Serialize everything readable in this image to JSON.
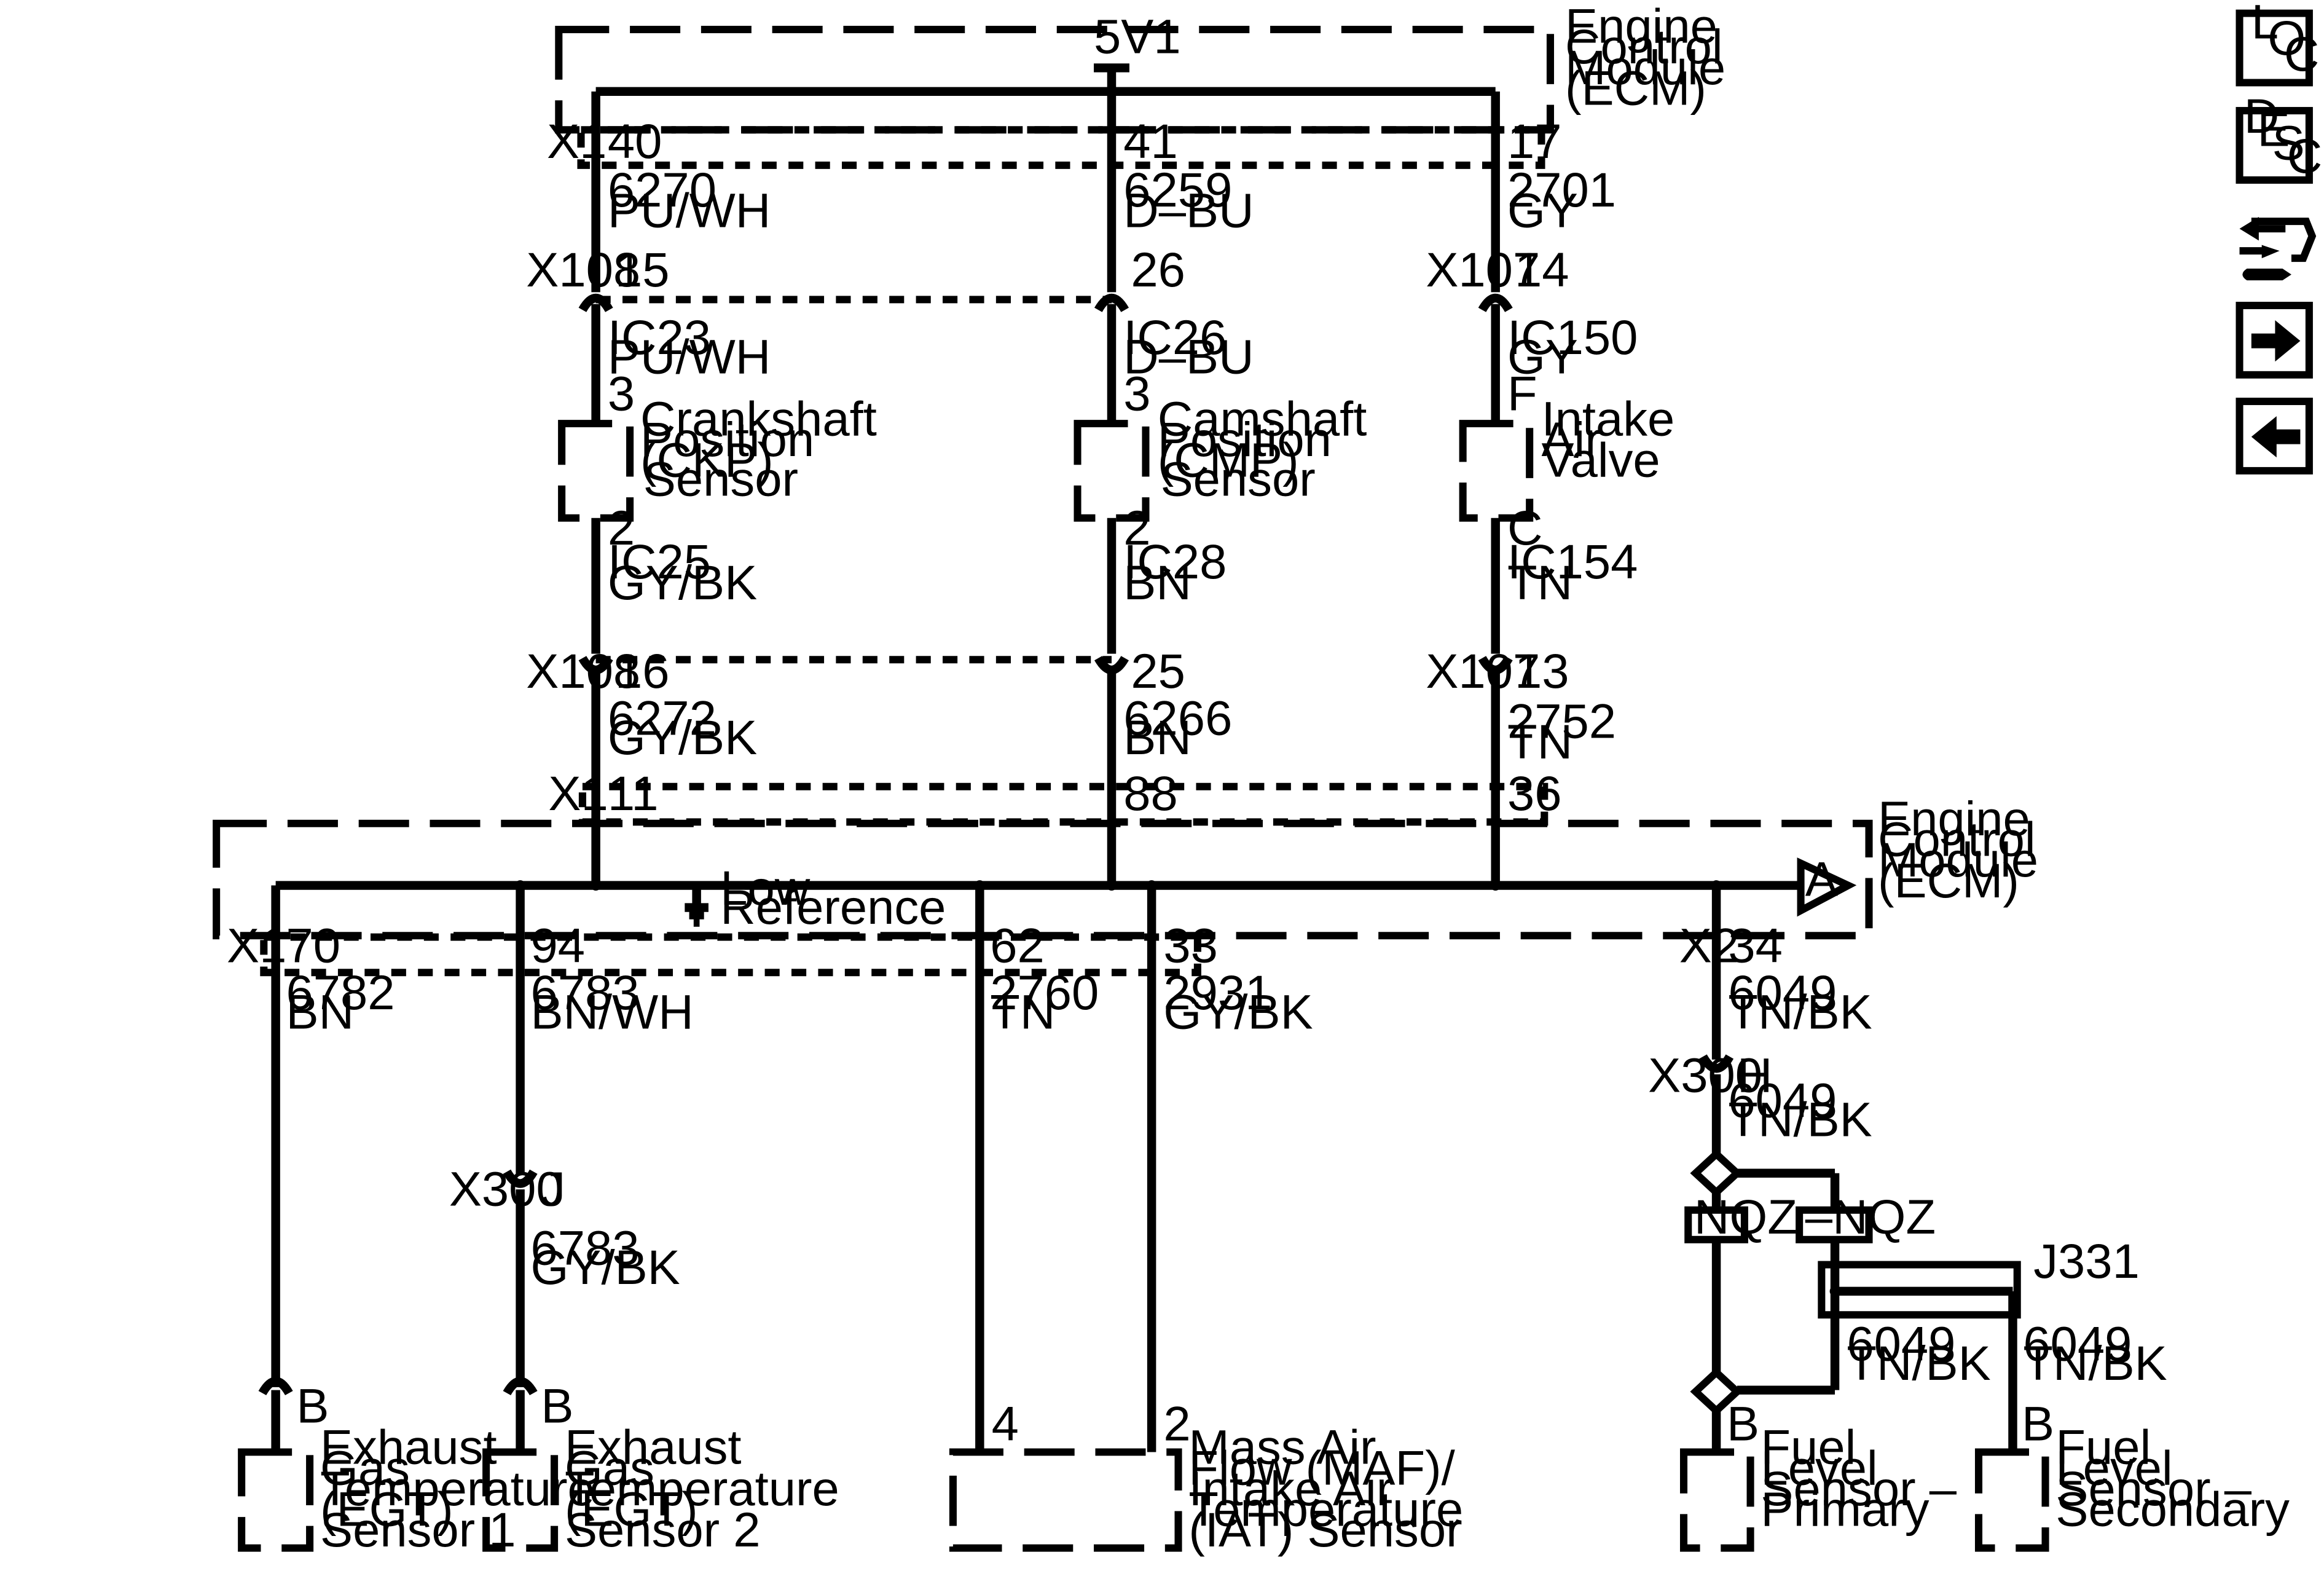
{
  "ecm": {
    "label_top": [
      "Engine",
      "Control",
      "Module",
      "(ECM)"
    ],
    "label_bottom": [
      "Engine",
      "Control",
      "Module",
      "(ECM)"
    ],
    "supply": "5V1",
    "low_reference": [
      "Low",
      "Reference"
    ],
    "offpage": "A"
  },
  "connectors": {
    "x1": "X1",
    "x2": "X2",
    "x108": "X108",
    "x107": "X107",
    "x300": "X300",
    "j331": "J331"
  },
  "circuits": {
    "ckp": {
      "ecm_pin": "40",
      "wire_a": [
        "6270",
        "PU/WH"
      ],
      "x108_pin_top": "15",
      "harness_a": [
        "IC23",
        "PU/WH"
      ],
      "sensor_pin_top": "3",
      "sensor": [
        "Crankshaft",
        "Position",
        "(CKP)",
        "Sensor"
      ],
      "sensor_pin_bottom": "2",
      "harness_b": [
        "IC25",
        "GY/BK"
      ],
      "x108_pin_bottom": "16",
      "wire_b": [
        "6272",
        "GY/BK"
      ],
      "ecm_pin_bottom": "11"
    },
    "cmp": {
      "ecm_pin": "41",
      "wire_a": [
        "6259",
        "D–BU"
      ],
      "x108_pin_top": "26",
      "harness_a": [
        "IC26",
        "D–BU"
      ],
      "sensor_pin_top": "3",
      "sensor": [
        "Camshaft",
        "Position",
        "(CMP)",
        "Sensor"
      ],
      "sensor_pin_bottom": "2",
      "harness_b": [
        "IC28",
        "BN"
      ],
      "x108_pin_bottom": "25",
      "wire_b": [
        "6266",
        "BN"
      ],
      "ecm_pin_bottom": "88"
    },
    "iav": {
      "ecm_pin": "17",
      "wire_a": [
        "2701",
        "GY"
      ],
      "x107_pin_top": "14",
      "harness_a": [
        "IC150",
        "GY"
      ],
      "sensor_pin_top": "F",
      "sensor": [
        "Intake",
        "Air",
        "Valve"
      ],
      "sensor_pin_bottom": "C",
      "harness_b": [
        "IC154",
        "TN"
      ],
      "x107_pin_bottom": "13",
      "wire_b": [
        "2752",
        "TN"
      ],
      "ecm_pin_bottom": "36"
    },
    "egt1": {
      "ecm_pin": "70",
      "wire": [
        "6782",
        "BN"
      ],
      "sensor_pin": "B",
      "sensor": [
        "Exhaust",
        "Gas",
        "Temperature",
        "(EGT)",
        "Sensor 1"
      ]
    },
    "egt2": {
      "ecm_pin": "94",
      "wire_a": [
        "6783",
        "BN/WH"
      ],
      "x300_pin": "J",
      "wire_b": [
        "6783",
        "GY/BK"
      ],
      "sensor_pin": "B",
      "sensor": [
        "Exhaust",
        "Gas",
        "Temperature",
        "(EGT)",
        "Sensor 2"
      ]
    },
    "maf": {
      "ecm_pin_a": "62",
      "wire_a": [
        "2760",
        "TN"
      ],
      "ecm_pin_b": "33",
      "wire_b": [
        "2931",
        "GY/BK"
      ],
      "sensor_pin_a": "4",
      "sensor_pin_b": "2",
      "sensor": [
        "Mass Air",
        "Flow (MAF)/",
        "Intake Air",
        "Temperature",
        "(IAT) Sensor"
      ]
    },
    "fuel": {
      "ecm_pin": "34",
      "wire_a": [
        "6049",
        "TN/BK"
      ],
      "x300_pin": "H",
      "wire_b": [
        "6049",
        "TN/BK"
      ],
      "option_a": "NQZ",
      "option_b": "–NQZ",
      "wire_c": [
        "6049",
        "TN/BK"
      ],
      "wire_d": [
        "6049",
        "TN/BK"
      ],
      "primary_pin": "B",
      "secondary_pin": "B",
      "primary": [
        "Fuel",
        "Level",
        "Sensor –",
        "Primary"
      ],
      "secondary": [
        "Fuel",
        "Level",
        "Sensor –",
        "Secondary"
      ]
    }
  },
  "nav": {
    "loc": [
      "L",
      "O",
      "C"
    ],
    "desc": [
      "D",
      "E",
      "S",
      "C"
    ]
  }
}
